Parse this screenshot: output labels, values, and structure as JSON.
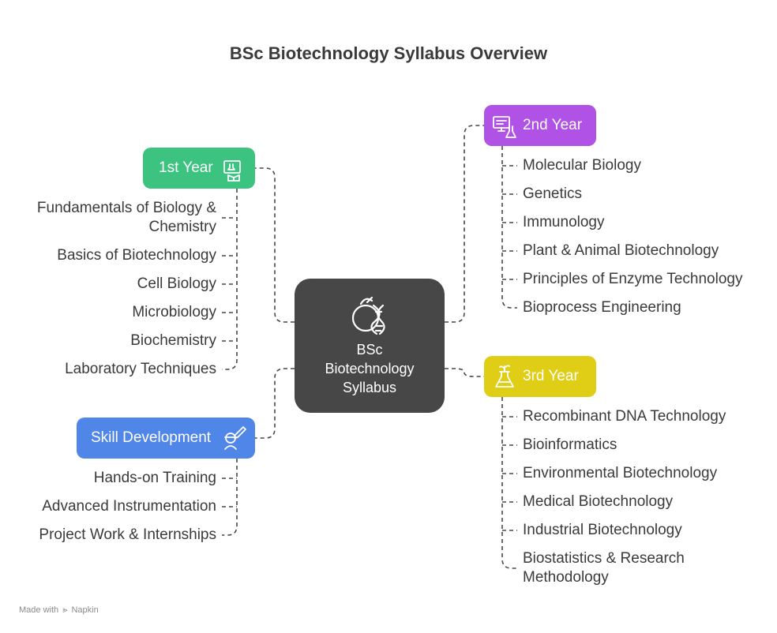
{
  "title": "BSc Biotechnology Syllabus Overview",
  "center": {
    "lines": [
      "BSc",
      "Biotechnology",
      "Syllabus"
    ],
    "icon": "dna-cell-icon",
    "color": "#474747"
  },
  "nodes": {
    "year1": {
      "label": "1st Year",
      "color": "#3cc380",
      "icon": "microscope-book-icon",
      "items": [
        "Fundamentals of Biology &",
        "Chemistry",
        "Basics of Biotechnology",
        "Cell Biology",
        "Microbiology",
        "Biochemistry",
        "Laboratory Techniques"
      ]
    },
    "year2": {
      "label": "2nd Year",
      "color": "#b152e6",
      "icon": "computer-flask-icon",
      "items": [
        "Molecular Biology",
        "Genetics",
        "Immunology",
        "Plant & Animal Biotechnology",
        "Principles of Enzyme Technology",
        "Bioprocess Engineering"
      ]
    },
    "year3": {
      "label": "3rd Year",
      "color": "#e0cd15",
      "icon": "flask-plant-icon",
      "items": [
        "Recombinant DNA Technology",
        "Bioinformatics",
        "Environmental Biotechnology",
        "Medical Biotechnology",
        "Industrial Biotechnology",
        "Biostatistics & Research",
        "Methodology"
      ]
    },
    "skills": {
      "label": "Skill Development",
      "color": "#4f86e8",
      "icon": "scientist-pen-icon",
      "items": [
        "Hands-on Training",
        "Advanced Instrumentation",
        "Project Work & Internships"
      ]
    }
  },
  "footer": {
    "prefix": "Made with",
    "brand": "Napkin"
  }
}
